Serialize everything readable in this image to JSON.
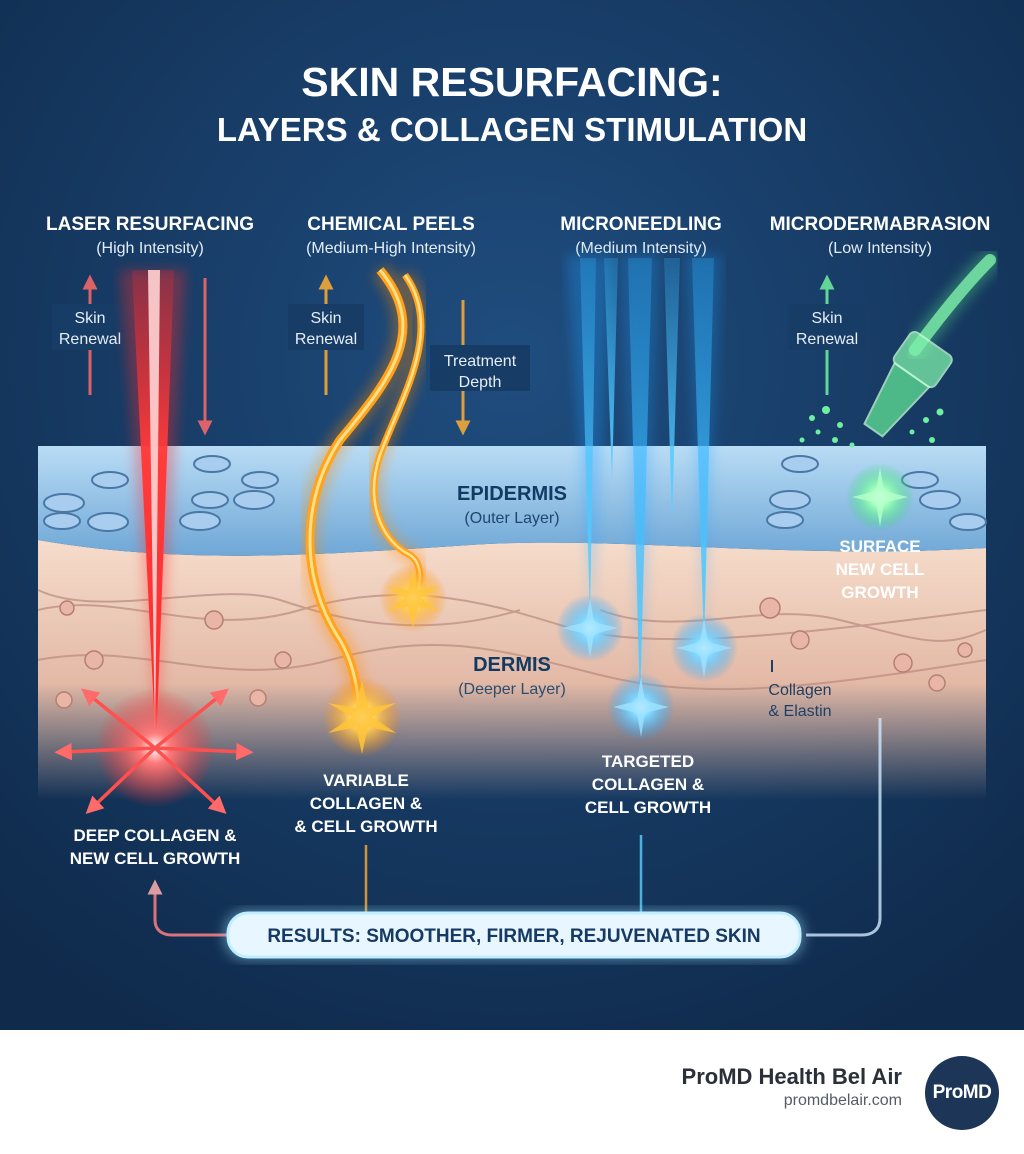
{
  "title": {
    "line1": "SKIN RESURFACING:",
    "line2": "LAYERS & COLLAGEN STIMULATION"
  },
  "methods": [
    {
      "name": "LASER RESURFACING",
      "intensity": "(High Intensity)",
      "color": "#ff3a3a"
    },
    {
      "name": "CHEMICAL PEELS",
      "intensity": "(Medium-High Intensity)",
      "color": "#ffa21c"
    },
    {
      "name": "MICRONEEDLING",
      "intensity": "(Medium Intensity)",
      "color": "#35b9ff"
    },
    {
      "name": "MICRODERMABRASION",
      "intensity": "(Low Intensity)",
      "color": "#59e38d"
    }
  ],
  "annotations": {
    "skin_renewal": [
      "Skin",
      "Renewal"
    ],
    "treatment_depth": [
      "Treatment",
      "Depth"
    ]
  },
  "layers": {
    "epidermis": {
      "name": "EPIDERMIS",
      "desc": "(Outer Layer)"
    },
    "dermis": {
      "name": "DERMIS",
      "desc": "(Deeper Layer)"
    },
    "collagen_label": [
      "Collagen",
      "& Elastin"
    ]
  },
  "outcomes": {
    "laser": [
      "DEEP COLLAGEN &",
      "NEW CELL GROWTH"
    ],
    "peel": [
      "VARIABLE",
      "COLLAGEN &",
      "& CELL GROWTH"
    ],
    "microneedling": [
      "TARGETED",
      "COLLAGEN &",
      "CELL GROWTH"
    ],
    "microderm": [
      "SURFACE",
      "NEW CELL",
      "GROWTH"
    ]
  },
  "results": "RESULTS: SMOOTHER, FIRMER, REJUVENATED SKIN",
  "footer": {
    "brand": "ProMD Health Bel Air",
    "url": "promdbelair.com",
    "logo": "ProMD"
  },
  "colors": {
    "background": "#163a63",
    "epidermis": "#8fbfe6",
    "dermis": "#efcbb6",
    "results_border": "#9fe6ff"
  }
}
